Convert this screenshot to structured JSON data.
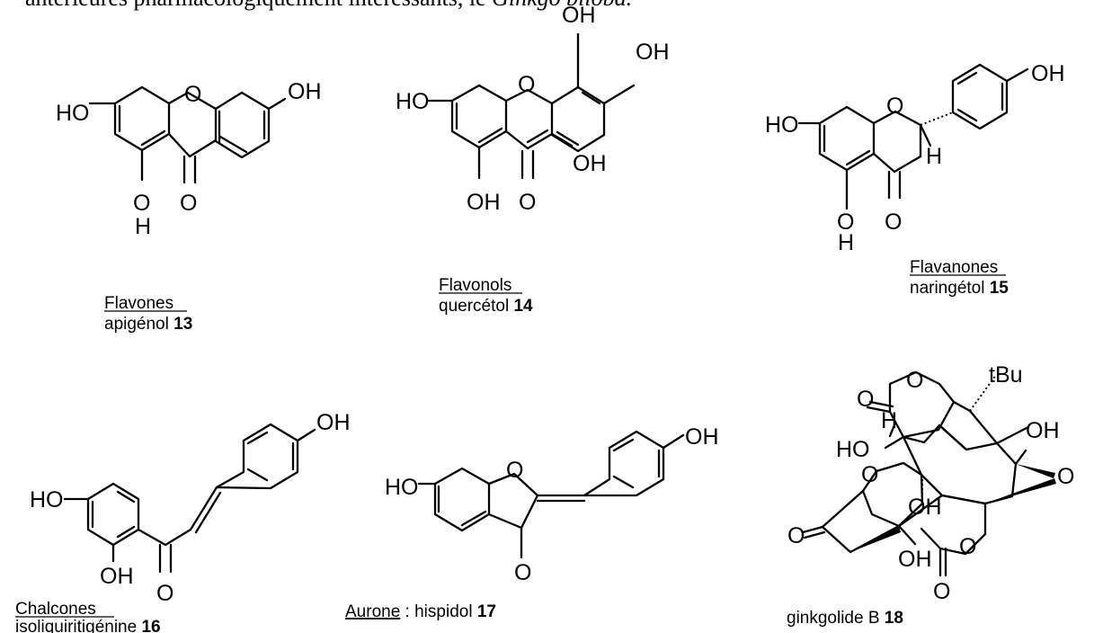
{
  "header_fragment": {
    "text": "antérieures pharmacologiquement intéressants, le ",
    "italic": "Ginkgo biloba."
  },
  "structures": [
    {
      "name": "flavones",
      "class": "Flavones",
      "compound": "apigénol ",
      "number": "13",
      "atoms": [
        "OH",
        "HO",
        "O",
        "O",
        "H",
        "O"
      ]
    },
    {
      "name": "flavonols",
      "class": "Flavonols",
      "compound": "quercétol ",
      "number": "14",
      "atoms": [
        "OH",
        "OH",
        "HO",
        "O",
        "OH",
        "OH",
        "O"
      ]
    },
    {
      "name": "flavanones",
      "class": "Flavanones",
      "compound": "naringétol ",
      "number": "15",
      "atoms": [
        "OH",
        "HO",
        "O",
        "H",
        "O",
        "H",
        "O"
      ]
    },
    {
      "name": "chalcones",
      "class": "Chalcones",
      "compound": " isoliquiritigénine ",
      "number": "16",
      "atoms": [
        "OH",
        "HO",
        "OH",
        "O"
      ]
    },
    {
      "name": "aurone",
      "class": "Aurone",
      "compound": " : hispidol ",
      "number": "17",
      "atoms": [
        "OH",
        "HO",
        "O",
        "O"
      ]
    },
    {
      "name": "ginkgolide",
      "class": "",
      "compound": "ginkgolide B ",
      "number": "18",
      "atoms": [
        "O",
        "O",
        "tBu",
        "H",
        "HO",
        "OH",
        "O",
        "O",
        "OH",
        "O",
        "O",
        "OH",
        "O"
      ]
    }
  ]
}
